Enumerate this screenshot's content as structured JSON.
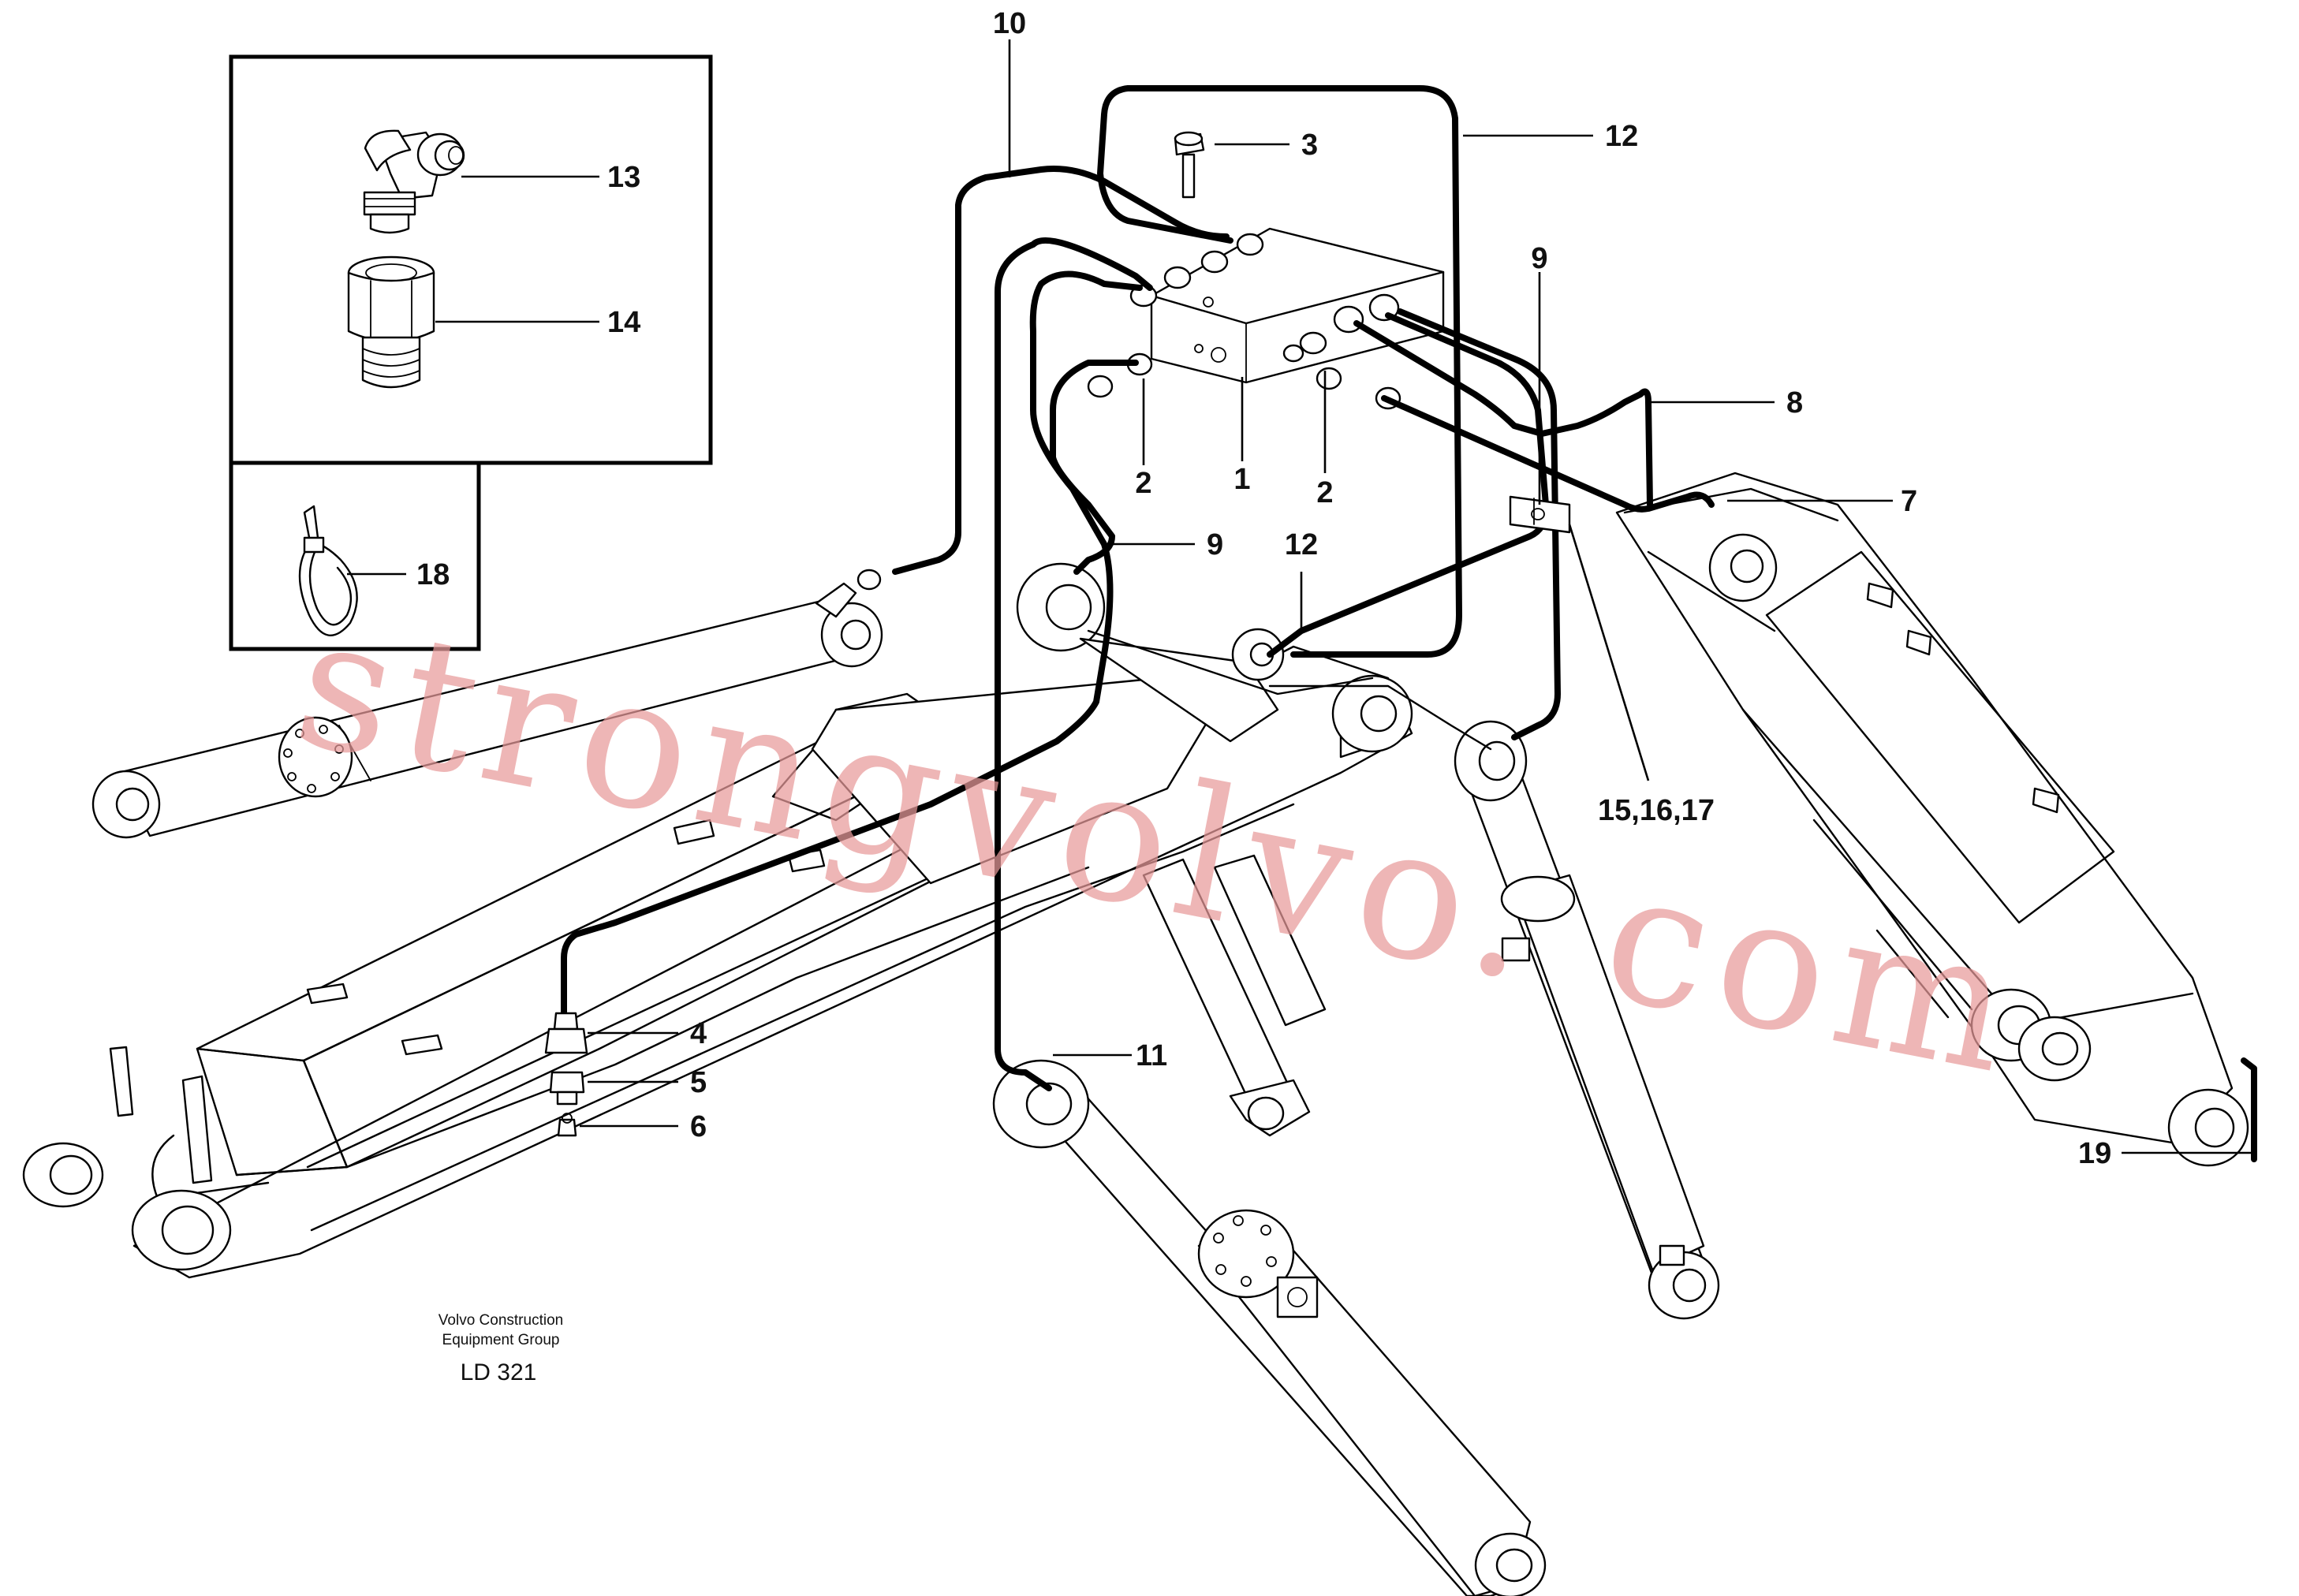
{
  "callouts": {
    "c1": "1",
    "c2a": "2",
    "c2b": "2",
    "c3": "3",
    "c4": "4",
    "c5": "5",
    "c6": "6",
    "c7": "7",
    "c8": "8",
    "c9a": "9",
    "c9b": "9",
    "c10": "10",
    "c11": "11",
    "c12a": "12",
    "c12b": "12",
    "c13": "13",
    "c14": "14",
    "c15": "15,16,17",
    "c18": "18",
    "c19": "19"
  },
  "footer": {
    "company_line1": "Volvo Construction",
    "company_line2": "Equipment Group",
    "drawing_code": "LD 321"
  },
  "watermark": "strongvolvo. com",
  "colors": {
    "lines": "#000000",
    "watermark": "#e79a9a",
    "background": "#ffffff"
  }
}
